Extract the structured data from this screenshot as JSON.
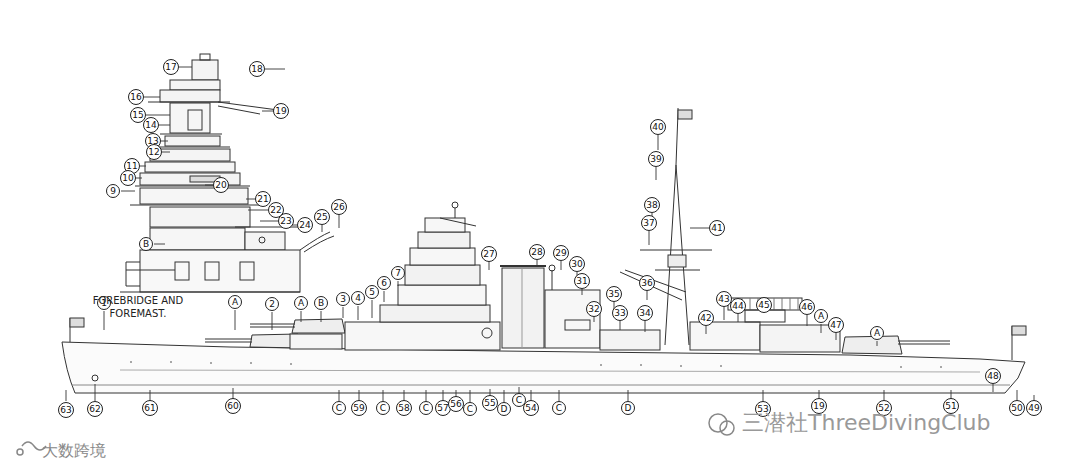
{
  "diagram": {
    "nodes": [
      {
        "text": [
          "17"
        ]
      },
      {
        "text": [
          "18"
        ]
      },
      {
        "text": [
          "16"
        ]
      },
      {
        "text": [
          "19"
        ]
      },
      {
        "text": [
          "15"
        ]
      },
      {
        "text": [
          "14"
        ]
      },
      {
        "text": [
          "13"
        ]
      },
      {
        "text": [
          "12"
        ]
      },
      {
        "text": [
          "11"
        ]
      },
      {
        "text": [
          "10"
        ]
      },
      {
        "text": [
          "20"
        ]
      },
      {
        "text": [
          "9"
        ]
      },
      {
        "text": [
          "21"
        ]
      },
      {
        "text": [
          "22"
        ]
      },
      {
        "text": [
          "23"
        ]
      },
      {
        "text": [
          "24"
        ]
      },
      {
        "text": [
          "25"
        ]
      },
      {
        "text": [
          "26"
        ]
      },
      {
        "text": [
          "B"
        ]
      },
      {
        "text": [
          "40"
        ]
      },
      {
        "text": [
          "39"
        ]
      },
      {
        "text": [
          "38"
        ]
      },
      {
        "text": [
          "37"
        ]
      },
      {
        "text": [
          "41"
        ]
      },
      {
        "text": [
          "28"
        ]
      },
      {
        "text": [
          "27"
        ]
      },
      {
        "text": [
          "29"
        ]
      },
      {
        "text": [
          "30"
        ]
      },
      {
        "text": [
          "7"
        ]
      },
      {
        "text": [
          "31"
        ]
      },
      {
        "text": [
          "6"
        ]
      },
      {
        "text": [
          "36"
        ]
      },
      {
        "text": [
          "5"
        ]
      },
      {
        "text": [
          "35"
        ]
      },
      {
        "text": [
          "3"
        ]
      },
      {
        "text": [
          "4"
        ]
      },
      {
        "text": [
          "43"
        ]
      },
      {
        "text": [
          "A"
        ]
      },
      {
        "text": [
          "A"
        ]
      },
      {
        "text": [
          "B"
        ]
      },
      {
        "text": [
          "1"
        ]
      },
      {
        "text": [
          "2"
        ]
      },
      {
        "text": [
          "44"
        ]
      },
      {
        "text": [
          "45"
        ]
      },
      {
        "text": [
          "46"
        ]
      },
      {
        "text": [
          "32"
        ]
      },
      {
        "text": [
          "33"
        ]
      },
      {
        "text": [
          "34"
        ]
      },
      {
        "text": [
          "A"
        ]
      },
      {
        "text": [
          "42"
        ]
      },
      {
        "text": [
          "47"
        ]
      },
      {
        "text": [
          "A"
        ]
      },
      {
        "text": [
          "48"
        ]
      },
      {
        "text": [
          "63"
        ]
      },
      {
        "text": [
          "62"
        ]
      },
      {
        "text": [
          "61"
        ]
      },
      {
        "text": [
          "60"
        ]
      },
      {
        "text": [
          "C"
        ]
      },
      {
        "text": [
          "59"
        ]
      },
      {
        "text": [
          "C"
        ]
      },
      {
        "text": [
          "58"
        ]
      },
      {
        "text": [
          "C"
        ]
      },
      {
        "text": [
          "57"
        ]
      },
      {
        "text": [
          "56"
        ]
      },
      {
        "text": [
          "C"
        ]
      },
      {
        "text": [
          "55"
        ]
      },
      {
        "text": [
          "D"
        ]
      },
      {
        "text": [
          "C"
        ]
      },
      {
        "text": [
          "54"
        ]
      },
      {
        "text": [
          "C"
        ]
      },
      {
        "text": [
          "D"
        ]
      },
      {
        "text": [
          "53"
        ]
      },
      {
        "text": [
          "19"
        ]
      },
      {
        "text": [
          "52"
        ]
      },
      {
        "text": [
          "51"
        ]
      },
      {
        "text": [
          "50"
        ]
      },
      {
        "text": [
          "49"
        ]
      }
    ],
    "labels": [
      "FOREBRIDGE AND FOREMAST.",
      "大数跨境",
      "三潜社ThreeDivingClub"
    ]
  }
}
